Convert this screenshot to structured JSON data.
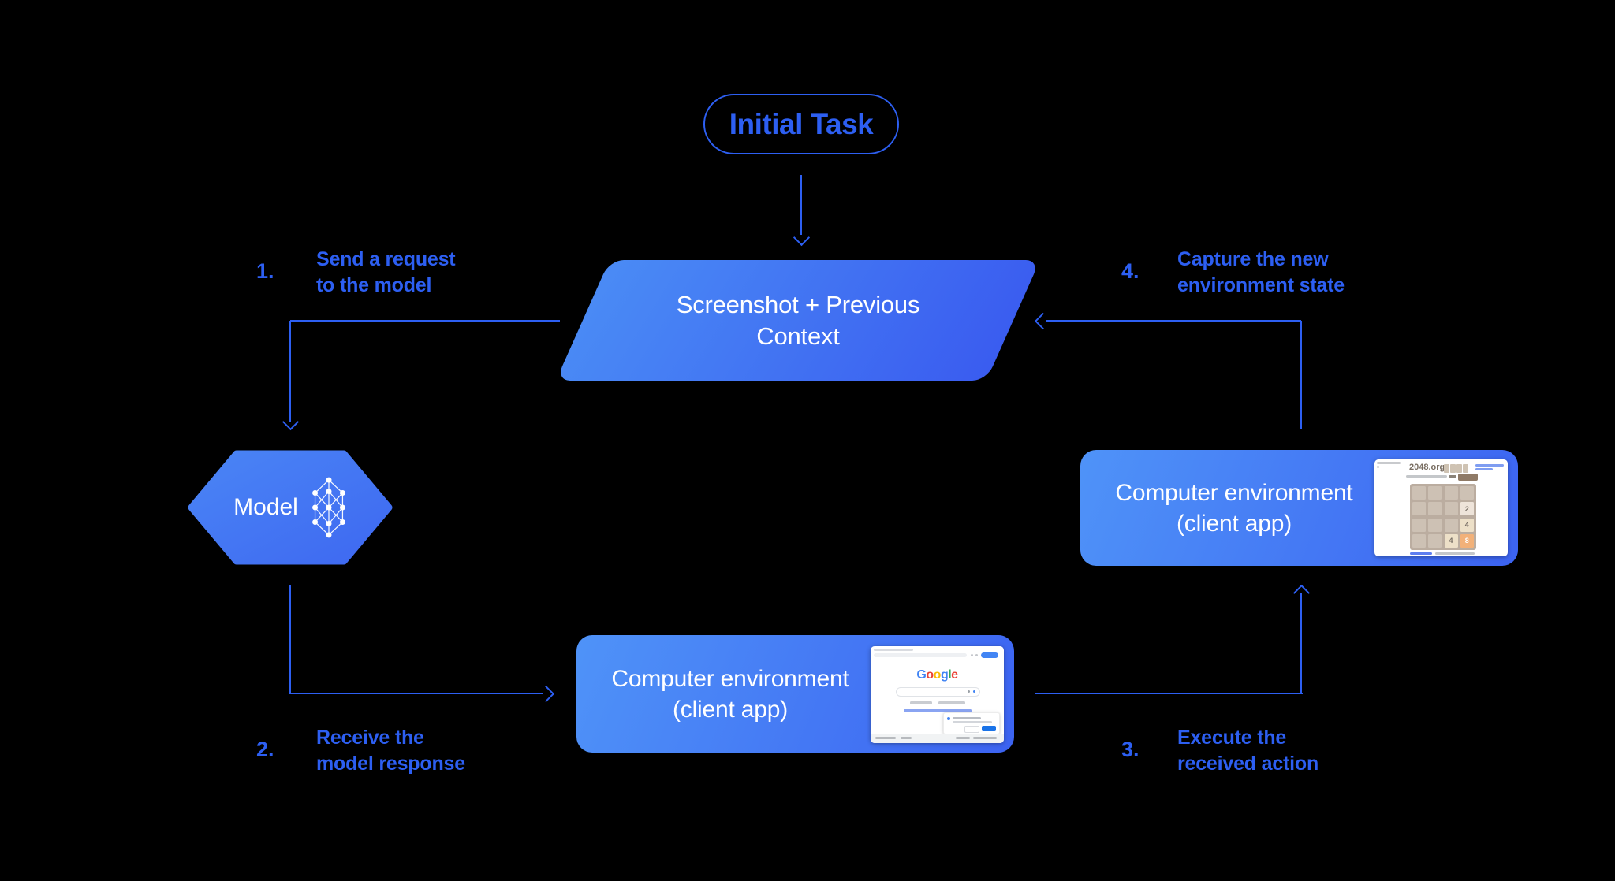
{
  "colors": {
    "background": "#000000",
    "accent_blue": "#2d5ff2",
    "shape_gradient_start": "#4f93f8",
    "shape_gradient_end": "#3a5cf0",
    "text_white": "#ffffff",
    "google_blue": "#4285F4",
    "google_red": "#EA4335",
    "google_yellow": "#FBBC05",
    "google_green": "#34A853",
    "tile_light": "#eee4da",
    "tile_beige": "#ede0c8",
    "tile_orange": "#f2b179"
  },
  "diagram": {
    "initial_task": "Initial Task",
    "screenshot_box": {
      "line1": "Screenshot + Previous",
      "line2": "Context"
    },
    "model": {
      "label": "Model"
    },
    "env_bottom": {
      "line1": "Computer environment",
      "line2": "(client app)"
    },
    "env_right": {
      "line1": "Computer environment",
      "line2": "(client app)"
    }
  },
  "steps": [
    {
      "num": "1.",
      "line1": "Send a request",
      "line2": "to the model"
    },
    {
      "num": "2.",
      "line1": "Receive the",
      "line2": "model response"
    },
    {
      "num": "3.",
      "line1": "Execute the",
      "line2": "received action"
    },
    {
      "num": "4.",
      "line1": "Capture the new",
      "line2": "environment state"
    }
  ],
  "google_page": {
    "logo": [
      "G",
      "o",
      "o",
      "g",
      "l",
      "e"
    ]
  },
  "game_page": {
    "title": "2048.org",
    "tiles": [
      "2",
      "4",
      "4",
      "8"
    ]
  }
}
